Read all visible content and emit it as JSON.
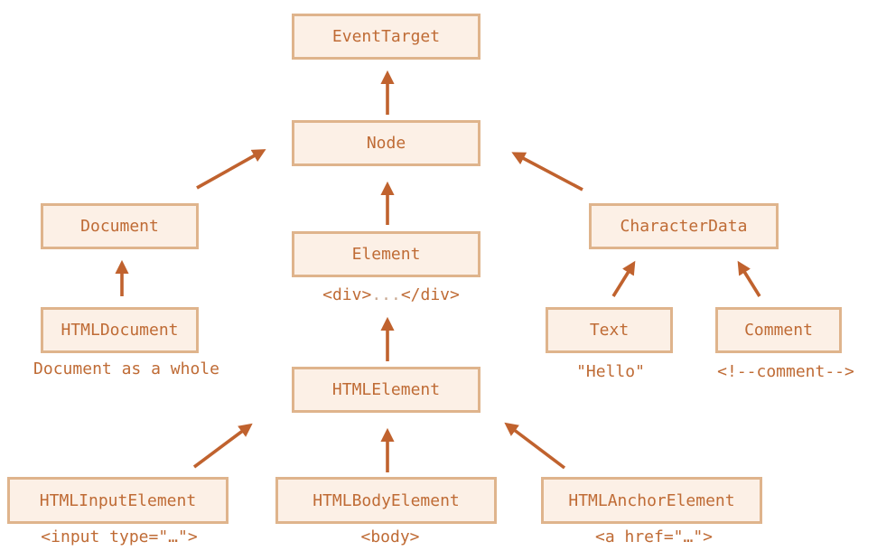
{
  "nodes": {
    "event_target": "EventTarget",
    "node": "Node",
    "document": "Document",
    "element": "Element",
    "character_data": "CharacterData",
    "html_document": "HTMLDocument",
    "html_element": "HTMLElement",
    "text": "Text",
    "comment": "Comment",
    "html_input_element": "HTMLInputElement",
    "html_body_element": "HTMLBodyElement",
    "html_anchor_element": "HTMLAnchorElement"
  },
  "captions": {
    "element_open": "<div>",
    "element_dots": "...",
    "element_close": "</div>",
    "html_document": "Document as a whole",
    "text": "\"Hello\"",
    "comment": "<!--comment-->",
    "html_input_element": "<input type=\"…\">",
    "html_body_element": "<body>",
    "html_anchor_element": "<a href=\"…\">"
  },
  "colors": {
    "box_fill": "#fcf0e6",
    "box_border": "#dfb48c",
    "text": "#bf6b35",
    "arrow": "#c0622e"
  }
}
